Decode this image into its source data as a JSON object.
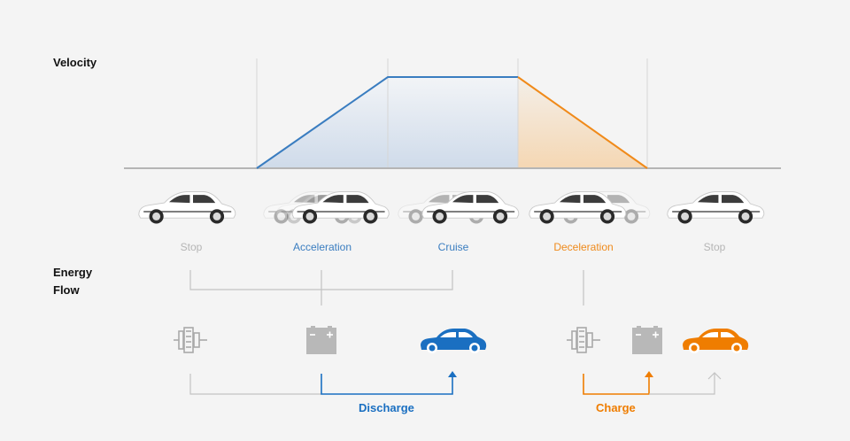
{
  "labels": {
    "velocity": "Velocity",
    "energy_flow_line1": "Energy",
    "energy_flow_line2": "Flow"
  },
  "phases": [
    {
      "label": "Stop",
      "color": "#b5b5b5"
    },
    {
      "label": "Acceleration",
      "color": "#3a7dc0"
    },
    {
      "label": "Cruise",
      "color": "#3a7dc0"
    },
    {
      "label": "Deceleration",
      "color": "#ef8a1b"
    },
    {
      "label": "Stop",
      "color": "#b5b5b5"
    }
  ],
  "flows": {
    "discharge": {
      "label": "Discharge",
      "color": "#1a6fc1"
    },
    "charge": {
      "label": "Charge",
      "color": "#ef7d00"
    }
  },
  "icons": {
    "left": [
      "motor-icon",
      "battery-icon",
      "car-icon"
    ],
    "right": [
      "motor-icon",
      "battery-icon",
      "car-icon"
    ]
  },
  "colors": {
    "blue": "#2f73ba",
    "orange": "#ef7d00",
    "grey": "#b8b8b8"
  }
}
